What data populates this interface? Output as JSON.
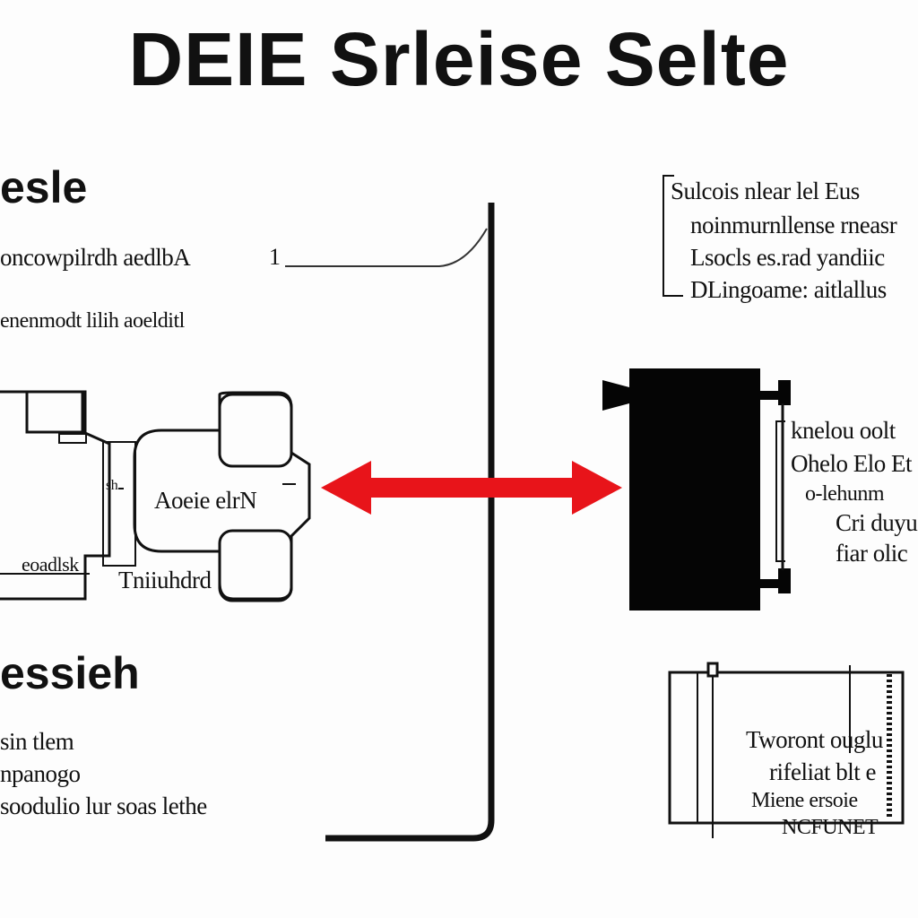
{
  "title": "DEIE Srleise Selte",
  "left_panel": {
    "heading_top": "esle",
    "line1": "oncowpilrdh aedlbA",
    "line1_end": "1",
    "line2": "enenmodt lilih aoelditl",
    "device_label": "Aoeie elrN",
    "device_side_label": "sh",
    "bottom_left_label": "eoadlsk",
    "bottom_right_label": "Tniiuhdrd",
    "heading_bottom": "essieh",
    "notes": [
      "sin tlem",
      "npanogo",
      "soodulio lur soas lethe"
    ]
  },
  "right_panel": {
    "top_note": [
      "Sulcois nlear lel Eus",
      "noinmurnllense rneasr",
      "Lsocls es.rad yandiic",
      "DLingoame: aitlallus"
    ],
    "block_labels": [
      "knelou oolt",
      "Ohelo Elo Et",
      "o-lehunm",
      "Cri duyu",
      "fiar olic"
    ],
    "bottom_box": [
      "Tworont ouglu",
      "rifeliat blt e",
      "Miene ersoie",
      "NCFUNET"
    ]
  },
  "colors": {
    "arrow": "#e8141a",
    "ink": "#111111",
    "block": "#050505"
  }
}
